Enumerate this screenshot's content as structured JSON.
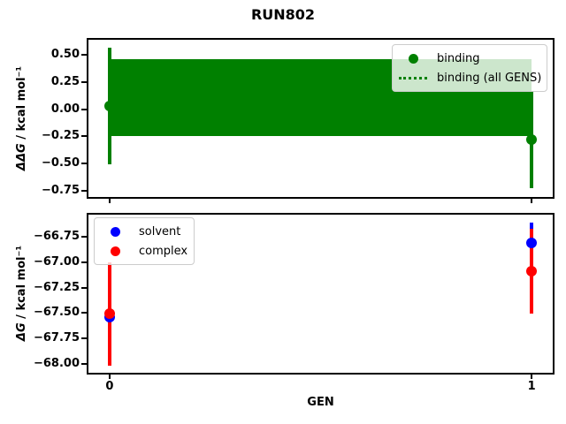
{
  "title": "RUN802",
  "chart_data": [
    {
      "type": "scatter",
      "subplot": "top",
      "title": "RUN802",
      "ylabel": "ΔΔG / kcal mol⁻¹",
      "ylabel_math": "ΔΔG",
      "ylabel_unit": " / kcal mol⁻¹",
      "x": [
        0,
        1
      ],
      "xlim": [
        -0.05,
        1.05
      ],
      "ylim": [
        -0.81,
        0.64
      ],
      "yticks": [
        0.5,
        0.25,
        0.0,
        -0.25,
        -0.5,
        -0.75
      ],
      "ytick_labels": [
        "0.50",
        "0.25",
        "0.00",
        "−0.25",
        "−0.50",
        "−0.75"
      ],
      "xticks": [
        0,
        1
      ],
      "grid": false,
      "series": [
        {
          "name": "binding",
          "color": "#008000",
          "marker": "circle",
          "values": [
            0.03,
            -0.28
          ],
          "errors": [
            0.54,
            0.45
          ]
        }
      ],
      "band": {
        "label": "binding (all GENS)",
        "color": "#008000",
        "line_style": "dotted",
        "x_from": 0,
        "x_to": 1,
        "y_from": -0.25,
        "y_to": 0.46,
        "y_center": 0.1
      },
      "legend": {
        "position": "upper-right",
        "items": [
          "binding",
          "binding (all GENS)"
        ]
      }
    },
    {
      "type": "scatter",
      "subplot": "bottom",
      "xlabel": "GEN",
      "ylabel": "ΔG / kcal mol⁻¹",
      "ylabel_math": "ΔG",
      "ylabel_unit": " / kcal mol⁻¹",
      "x": [
        0,
        1
      ],
      "xlim": [
        -0.05,
        1.05
      ],
      "ylim": [
        -68.09,
        -66.53
      ],
      "yticks": [
        -66.75,
        -67.0,
        -67.25,
        -67.5,
        -67.75,
        -68.0
      ],
      "ytick_labels": [
        "−66.75",
        "−67.00",
        "−67.25",
        "−67.50",
        "−67.75",
        "−68.00"
      ],
      "xticks": [
        0,
        1
      ],
      "xtick_labels": [
        "0",
        "1"
      ],
      "grid": false,
      "series": [
        {
          "name": "solvent",
          "color": "#0000ff",
          "marker": "circle",
          "values": [
            -67.54,
            -66.81
          ],
          "errors": [
            0.21,
            0.2
          ]
        },
        {
          "name": "complex",
          "color": "#ff0000",
          "marker": "circle",
          "values": [
            -67.51,
            -67.09
          ],
          "errors": [
            0.51,
            0.42
          ]
        }
      ],
      "legend": {
        "position": "upper-left",
        "items": [
          "solvent",
          "complex"
        ]
      }
    }
  ]
}
